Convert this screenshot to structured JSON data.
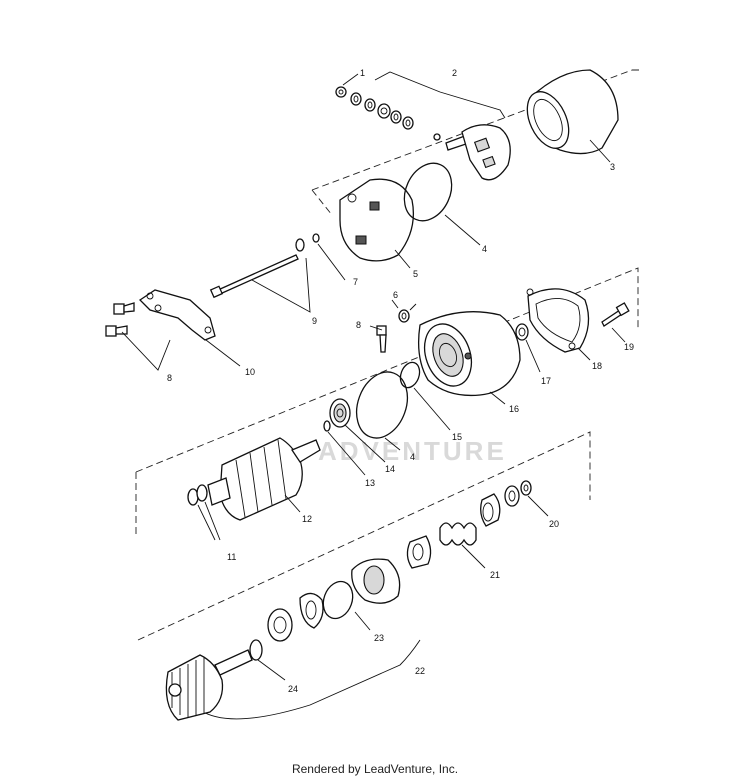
{
  "watermark": "ADVENTURE",
  "footer": "Rendered by LeadVenture, Inc.",
  "callouts": [
    "1",
    "2",
    "3",
    "4",
    "5",
    "6",
    "7",
    "8",
    "9",
    "10",
    "11",
    "12",
    "13",
    "14",
    "15",
    "16",
    "17",
    "18",
    "19",
    "20",
    "21",
    "22",
    "23",
    "24"
  ]
}
